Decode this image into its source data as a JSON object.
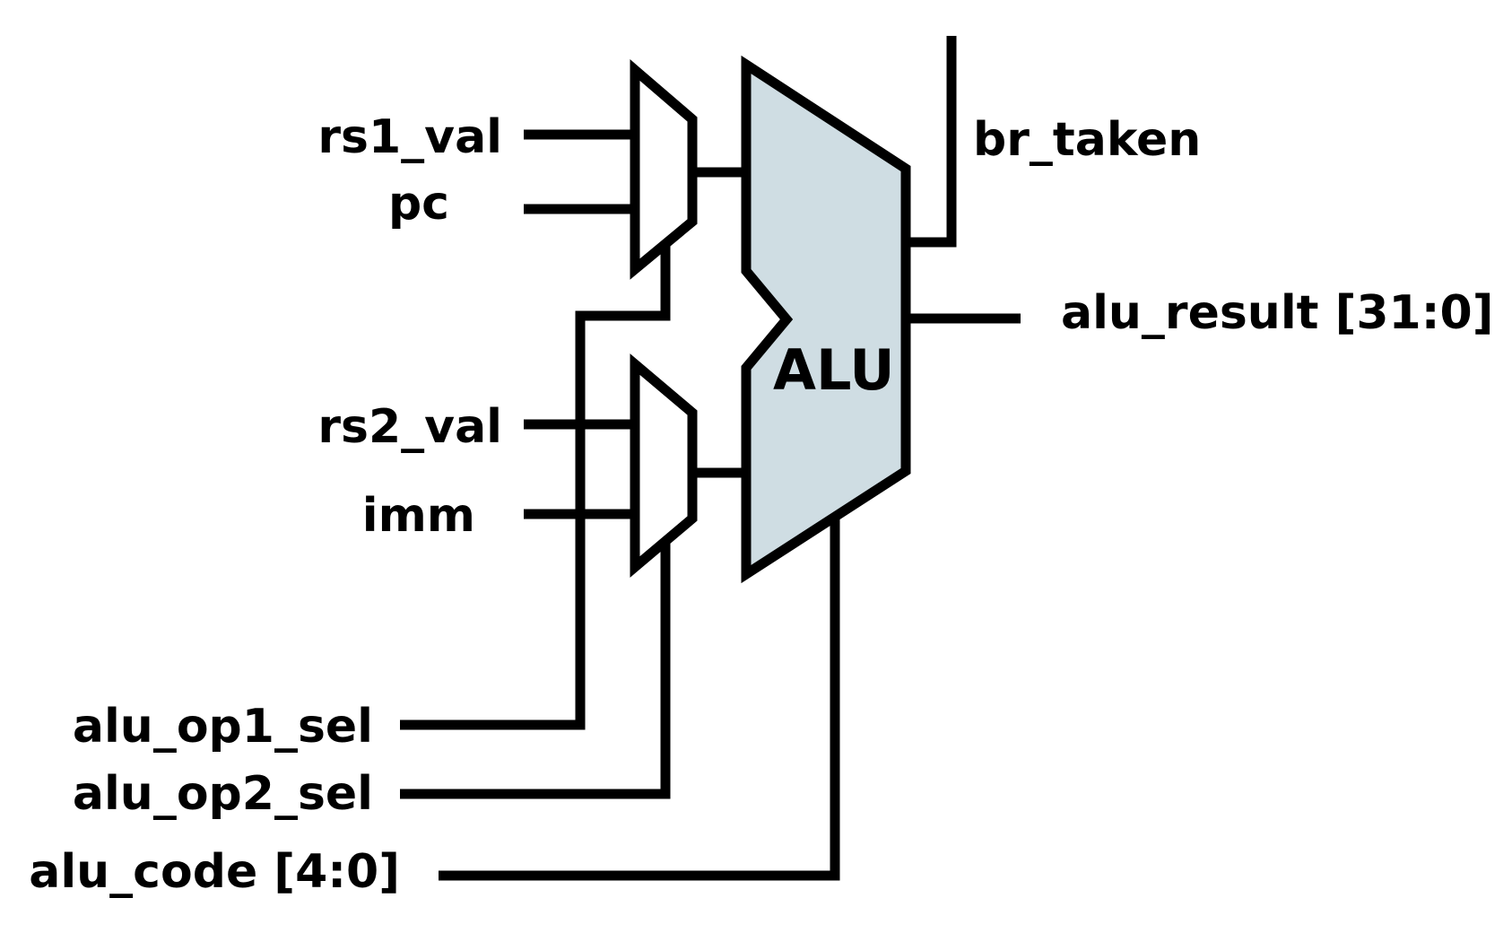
{
  "diagram": {
    "alu_title": "ALU",
    "alu_fill": "#cfdde3",
    "inputs": {
      "rs1_val": "rs1_val",
      "pc": "pc",
      "rs2_val": "rs2_val",
      "imm": "imm"
    },
    "controls": {
      "alu_op1_sel": "alu_op1_sel",
      "alu_op2_sel": "alu_op2_sel",
      "alu_code": "alu_code [4:0]"
    },
    "outputs": {
      "br_taken": "br_taken",
      "alu_result": "alu_result [31:0]"
    }
  }
}
